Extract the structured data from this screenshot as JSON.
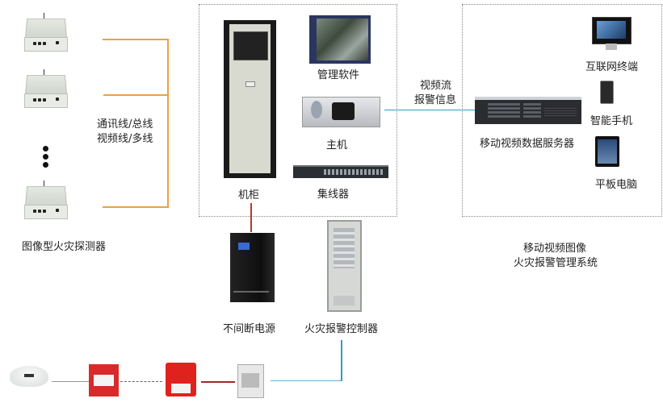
{
  "detectors": {
    "label": "图像型火灾探测器",
    "count_shown": 3,
    "cable_label_line1": "通讯线/总线",
    "cable_label_line2": "视频线/多线"
  },
  "control_room": {
    "cabinet_label": "机柜",
    "software_label": "管理软件",
    "host_label": "主机",
    "hub_label": "集线器"
  },
  "link": {
    "line1": "视频流",
    "line2": "报警信息"
  },
  "mobile_system": {
    "server_label": "移动视频数据服务器",
    "internet_terminal_label": "互联网终端",
    "smartphone_label": "智能手机",
    "tablet_label": "平板电脑",
    "title_line1": "移动视频图像",
    "title_line2": "火灾报警管理系统"
  },
  "bottom": {
    "ups_label": "不间断电源",
    "fire_alarm_controller_label": "火灾报警控制器"
  },
  "colors": {
    "orange_line": "#f0a040",
    "blue_line": "#2e9ec8",
    "red_line": "#b83a2e",
    "box_border": "#888888"
  }
}
